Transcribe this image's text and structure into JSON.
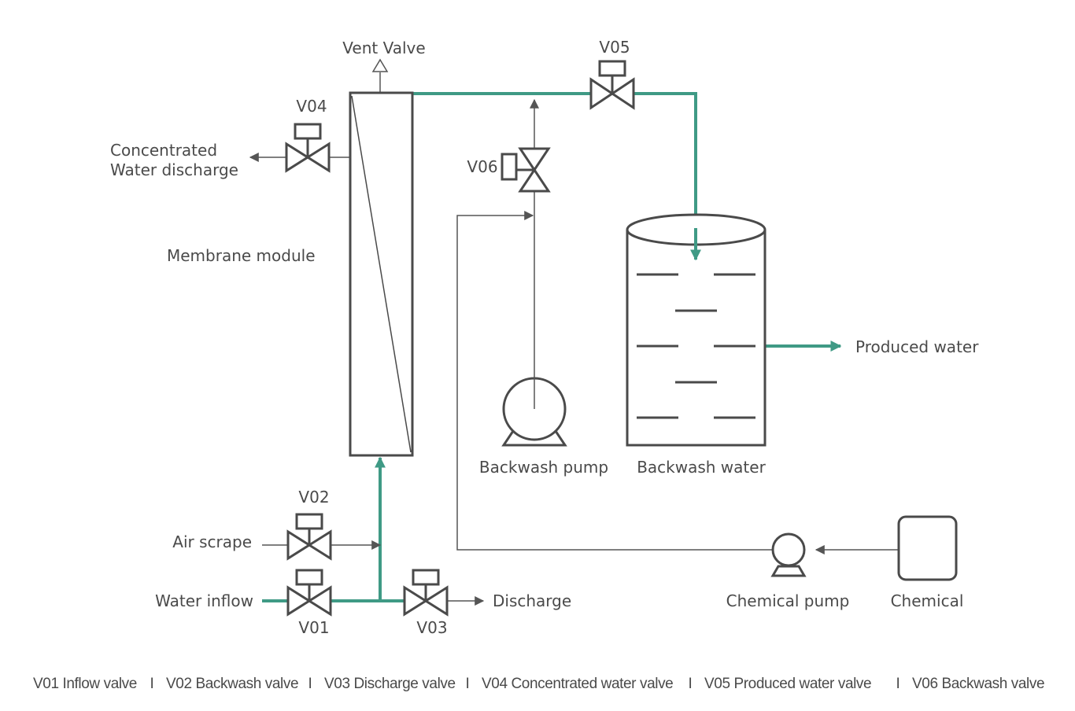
{
  "labels": {
    "vent_valve": "Vent Valve",
    "v04": "V04",
    "v05": "V05",
    "v06": "V06",
    "v02": "V02",
    "v01": "V01",
    "v03": "V03",
    "concentrated_line1": "Concentrated",
    "concentrated_line2": "Water discharge",
    "membrane_module": "Membrane module",
    "produced_water": "Produced water",
    "backwash_pump": "Backwash pump",
    "backwash_water": "Backwash water",
    "air_scrape": "Air scrape",
    "water_inflow": "Water inflow",
    "discharge": "Discharge",
    "chemical_pump": "Chemical pump",
    "chemical": "Chemical"
  },
  "legend": [
    "V01 Inflow valve",
    "V02 Backwash valve",
    "V03 Discharge valve",
    "V04 Concentrated water valve",
    "V05 Produced water valve",
    "V06 Backwash valve"
  ],
  "legend_separator": "I",
  "colors": {
    "water_pipe": "#3f9a85",
    "equipment": "#4a4a4a",
    "thin_line": "#555555"
  }
}
